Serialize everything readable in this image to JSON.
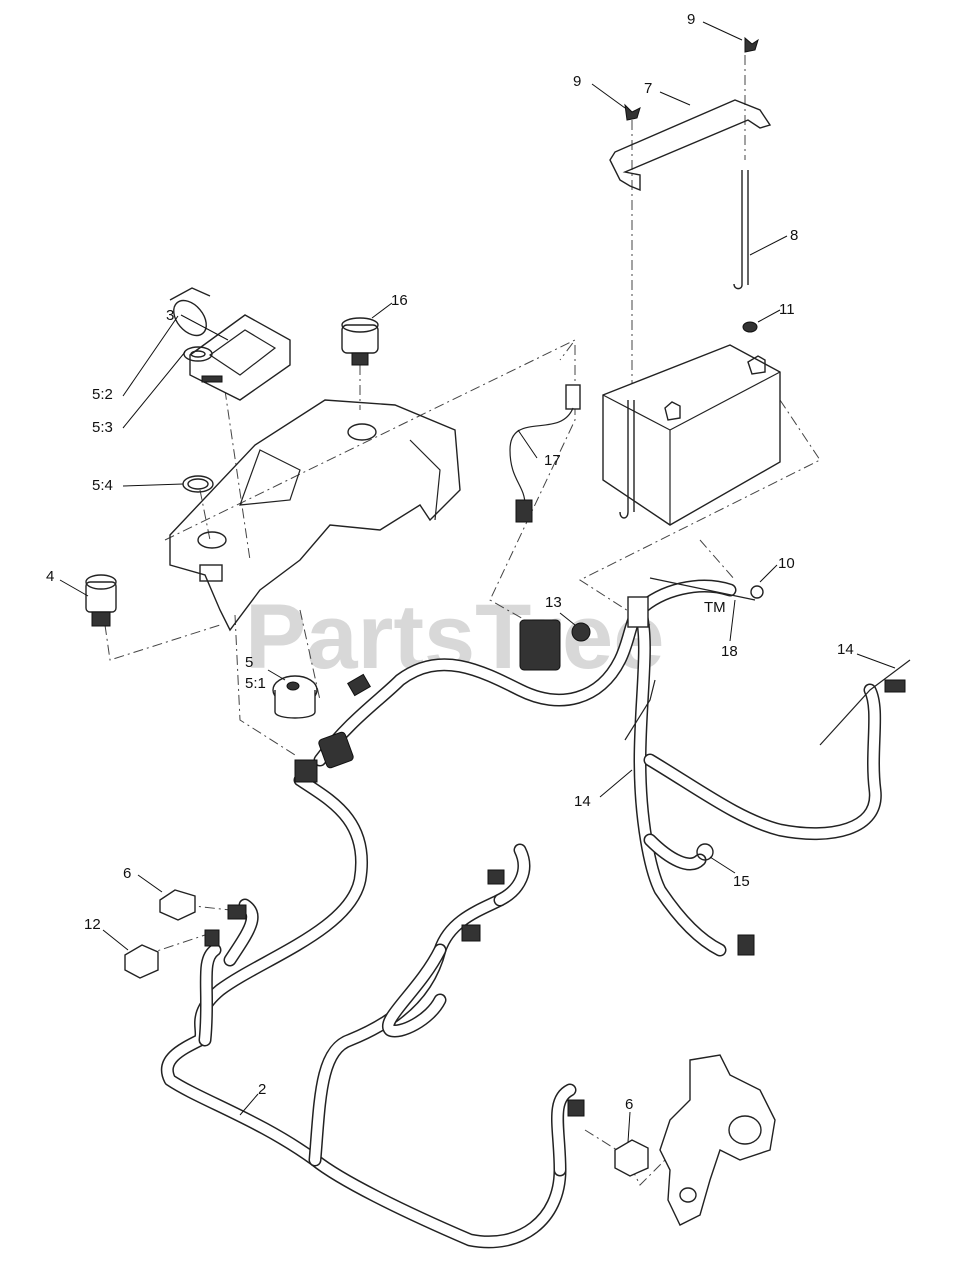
{
  "watermark": {
    "text": "PartsTree",
    "tm": "TM"
  },
  "callouts": [
    {
      "id": "c-9a",
      "label": "9"
    },
    {
      "id": "c-9b",
      "label": "9"
    },
    {
      "id": "c-7",
      "label": "7"
    },
    {
      "id": "c-8",
      "label": "8"
    },
    {
      "id": "c-11",
      "label": "11"
    },
    {
      "id": "c-16",
      "label": "16"
    },
    {
      "id": "c-3",
      "label": "3"
    },
    {
      "id": "c-5-2",
      "label": "5:2"
    },
    {
      "id": "c-5-3",
      "label": "5:3"
    },
    {
      "id": "c-5-4",
      "label": "5:4"
    },
    {
      "id": "c-17",
      "label": "17"
    },
    {
      "id": "c-4",
      "label": "4"
    },
    {
      "id": "c-10",
      "label": "10"
    },
    {
      "id": "c-13",
      "label": "13"
    },
    {
      "id": "c-18",
      "label": "18"
    },
    {
      "id": "c-5",
      "label": "5"
    },
    {
      "id": "c-5-1",
      "label": "5:1"
    },
    {
      "id": "c-14a",
      "label": "14"
    },
    {
      "id": "c-14b",
      "label": "14"
    },
    {
      "id": "c-15",
      "label": "15"
    },
    {
      "id": "c-6a",
      "label": "6"
    },
    {
      "id": "c-12",
      "label": "12"
    },
    {
      "id": "c-2",
      "label": "2"
    },
    {
      "id": "c-6b",
      "label": "6"
    }
  ]
}
